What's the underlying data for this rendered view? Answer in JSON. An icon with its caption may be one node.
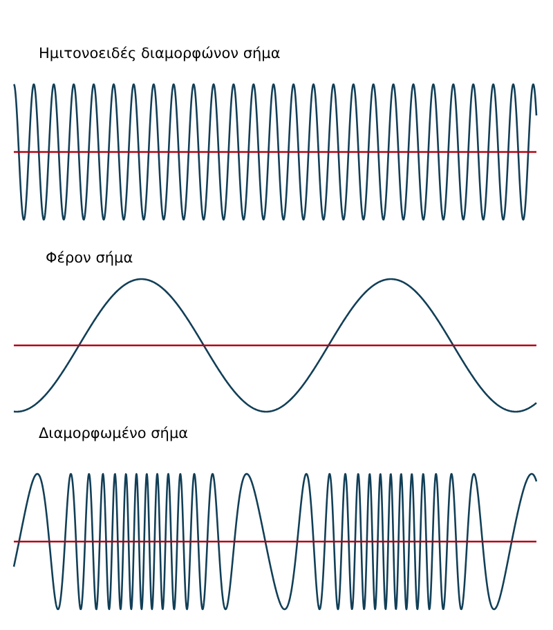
{
  "diagram": {
    "labels": [
      "Ημιτονοειδές διαμορφώνον σήμα",
      "Φέρον σήμα",
      "Διαμορφωμένο σήμα"
    ]
  }
}
